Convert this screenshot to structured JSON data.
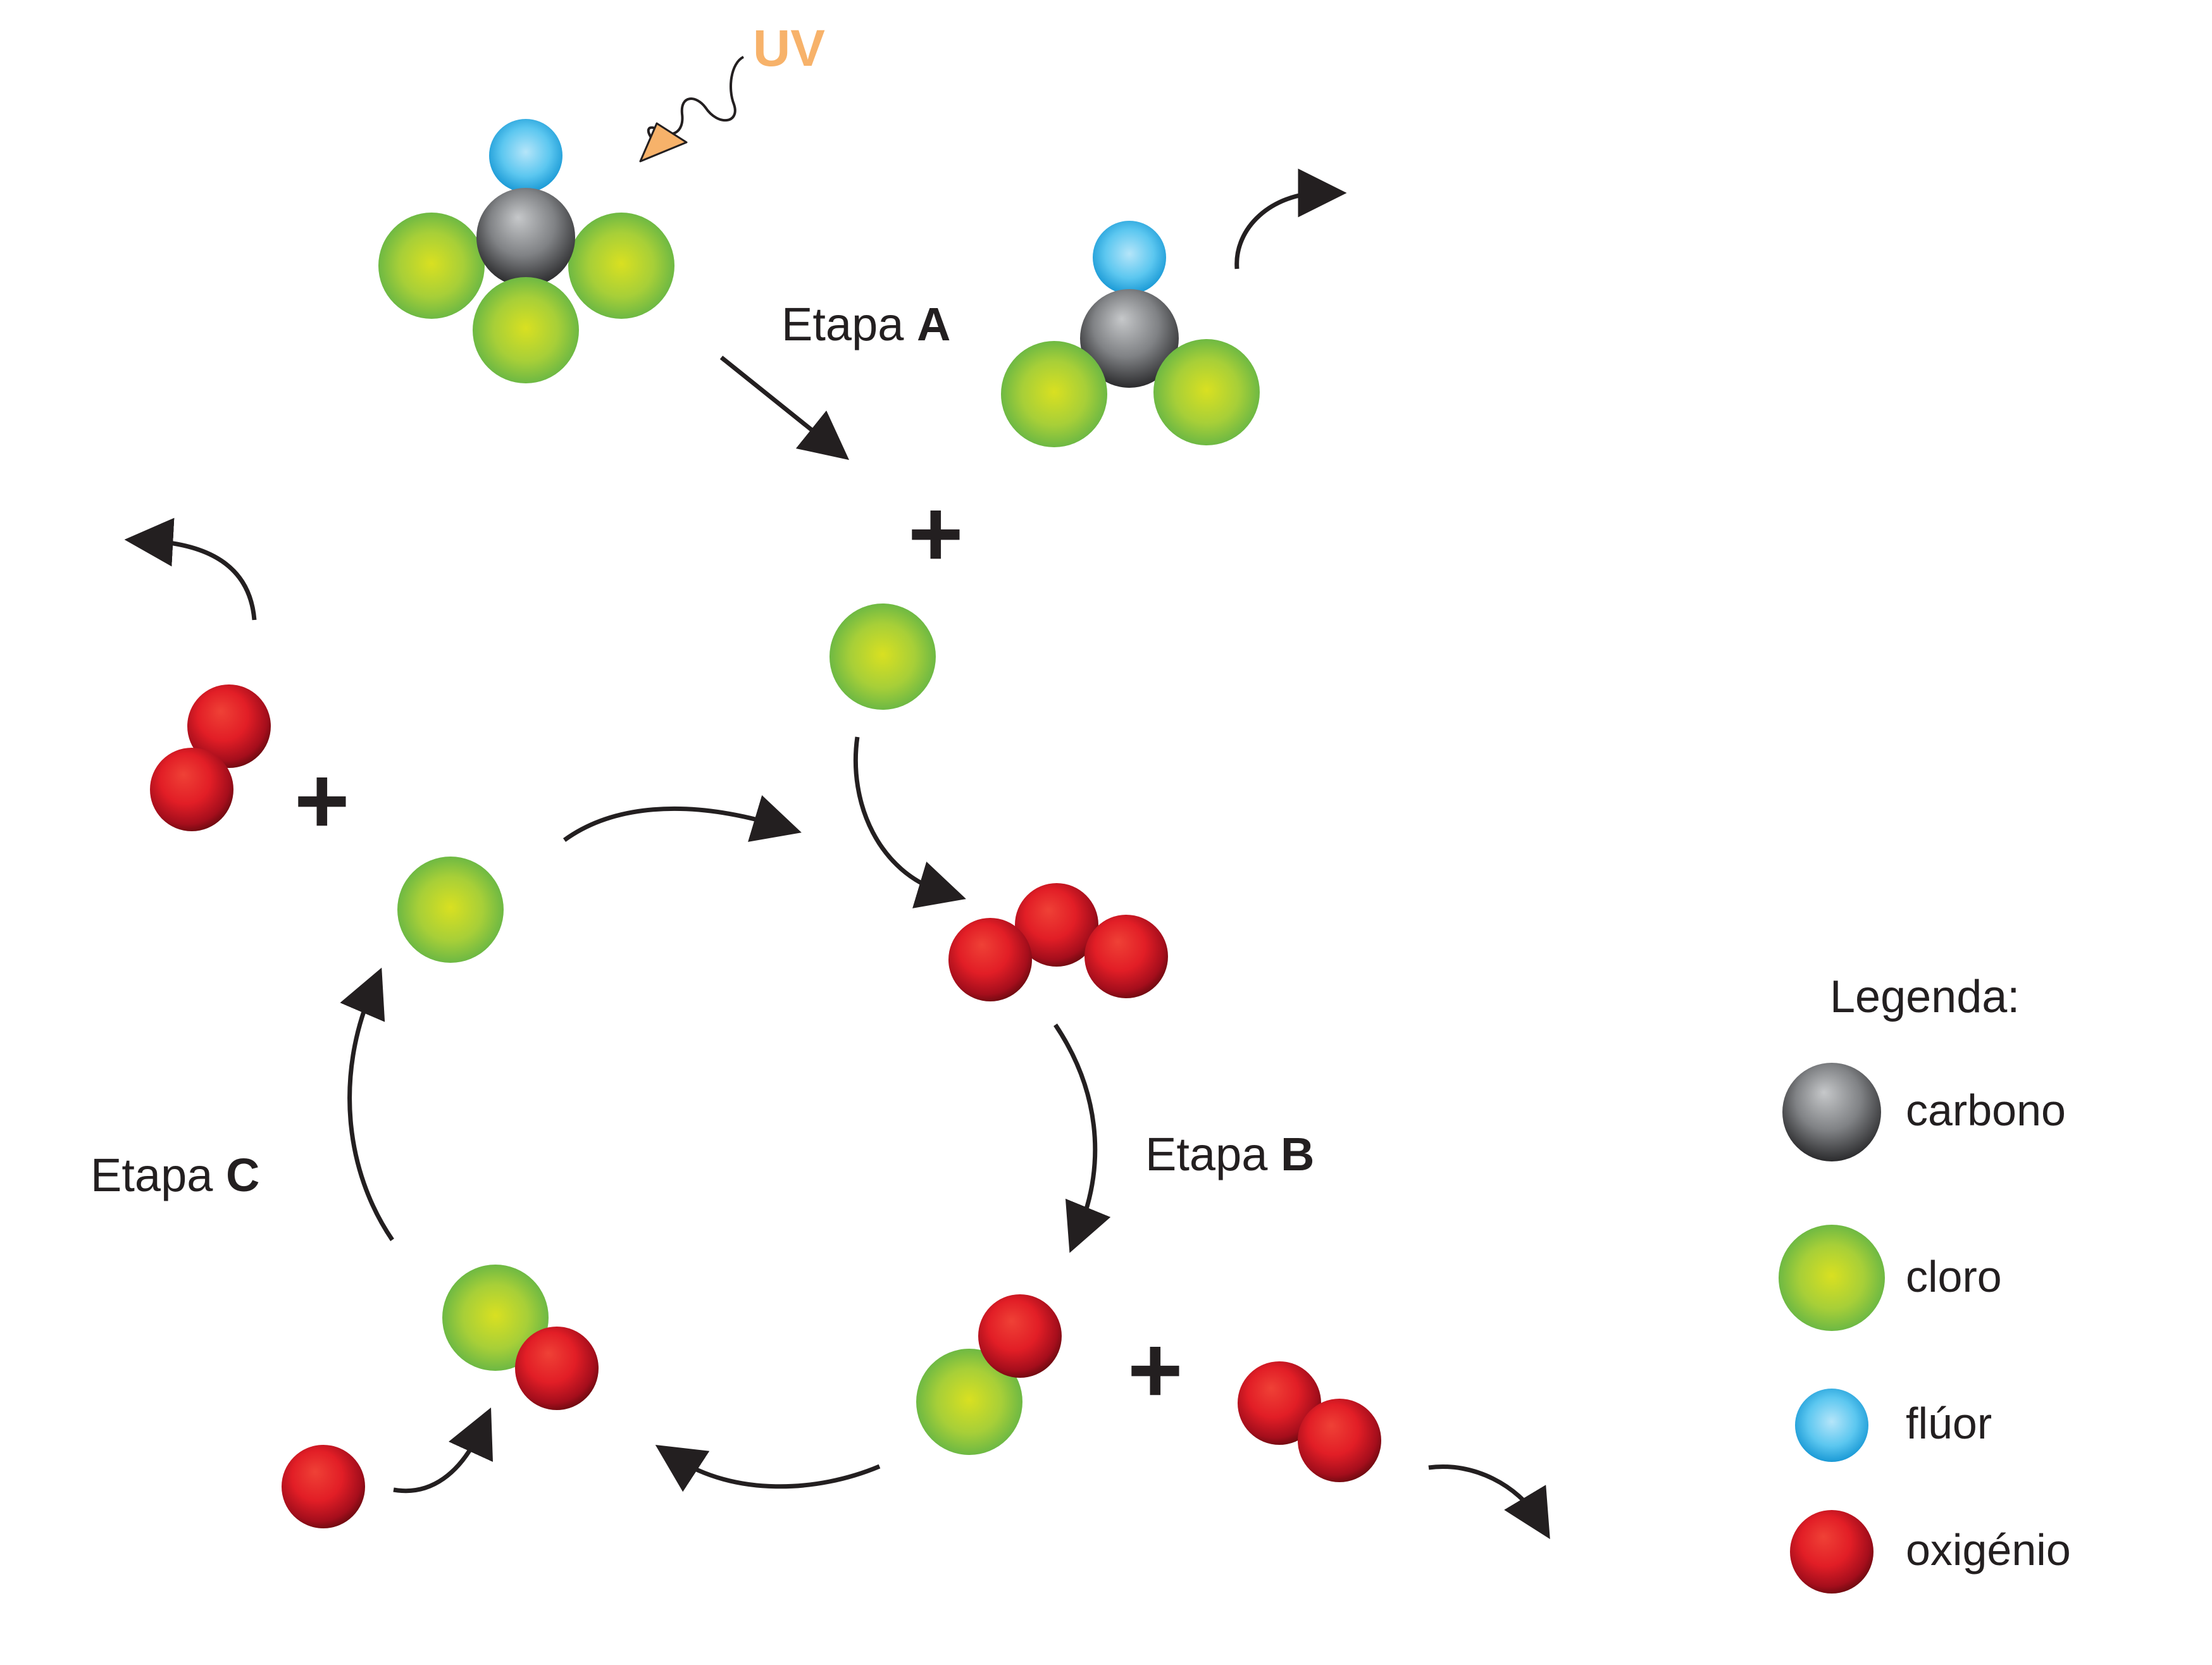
{
  "uv_label": "UV",
  "steps": {
    "a": {
      "prefix": "Etapa ",
      "letter": "A"
    },
    "b": {
      "prefix": "Etapa ",
      "letter": "B"
    },
    "c": {
      "prefix": "Etapa ",
      "letter": "C"
    }
  },
  "plus_symbol": "+",
  "legend": {
    "title": "Legenda:",
    "items": [
      {
        "label": "carbono",
        "atom": "carbon",
        "color": "#808285"
      },
      {
        "label": "cloro",
        "atom": "chlorine",
        "color": "#8dc63f"
      },
      {
        "label": "flúor",
        "atom": "fluorine",
        "color": "#27aae1"
      },
      {
        "label": "oxigénio",
        "atom": "oxygen",
        "color": "#be1e2d"
      }
    ]
  },
  "colors": {
    "arrow": "#231f20",
    "uv_arrow": "#f7b26a",
    "text": "#231f20"
  }
}
